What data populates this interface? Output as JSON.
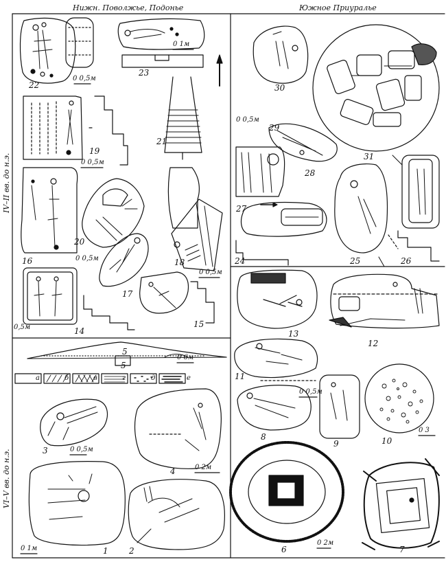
{
  "headers": {
    "left": "Нижн. Поволжье, Подонье",
    "right": "Южное Приуралье"
  },
  "periods": {
    "upper": "IV–II вв. до н.э.",
    "lower": "VI–V вв. до н.э."
  },
  "figures": [
    "1",
    "2",
    "3",
    "4",
    "5",
    "6",
    "7",
    "8",
    "9",
    "10",
    "11",
    "12",
    "13",
    "14",
    "15",
    "16",
    "17",
    "18",
    "19",
    "20",
    "21",
    "22",
    "23",
    "24",
    "25",
    "26",
    "27",
    "28",
    "29",
    "30",
    "31"
  ],
  "legend": [
    "а",
    "б",
    "в",
    "г",
    "д",
    "е"
  ],
  "scales": {
    "s22": "0  0,5м",
    "s23": "0  1м",
    "s19": "0  0,5м",
    "s20": "0  0,5м",
    "s18": "0  0,5м",
    "s14": "0,5м",
    "s30": "0  0,5м",
    "s5": "0  6м",
    "s3": "0  0,5м",
    "s4": "0    2м",
    "s1": "0  1м",
    "s9": "0  0,5м",
    "s10": "0  3",
    "s6": "0  2м"
  }
}
